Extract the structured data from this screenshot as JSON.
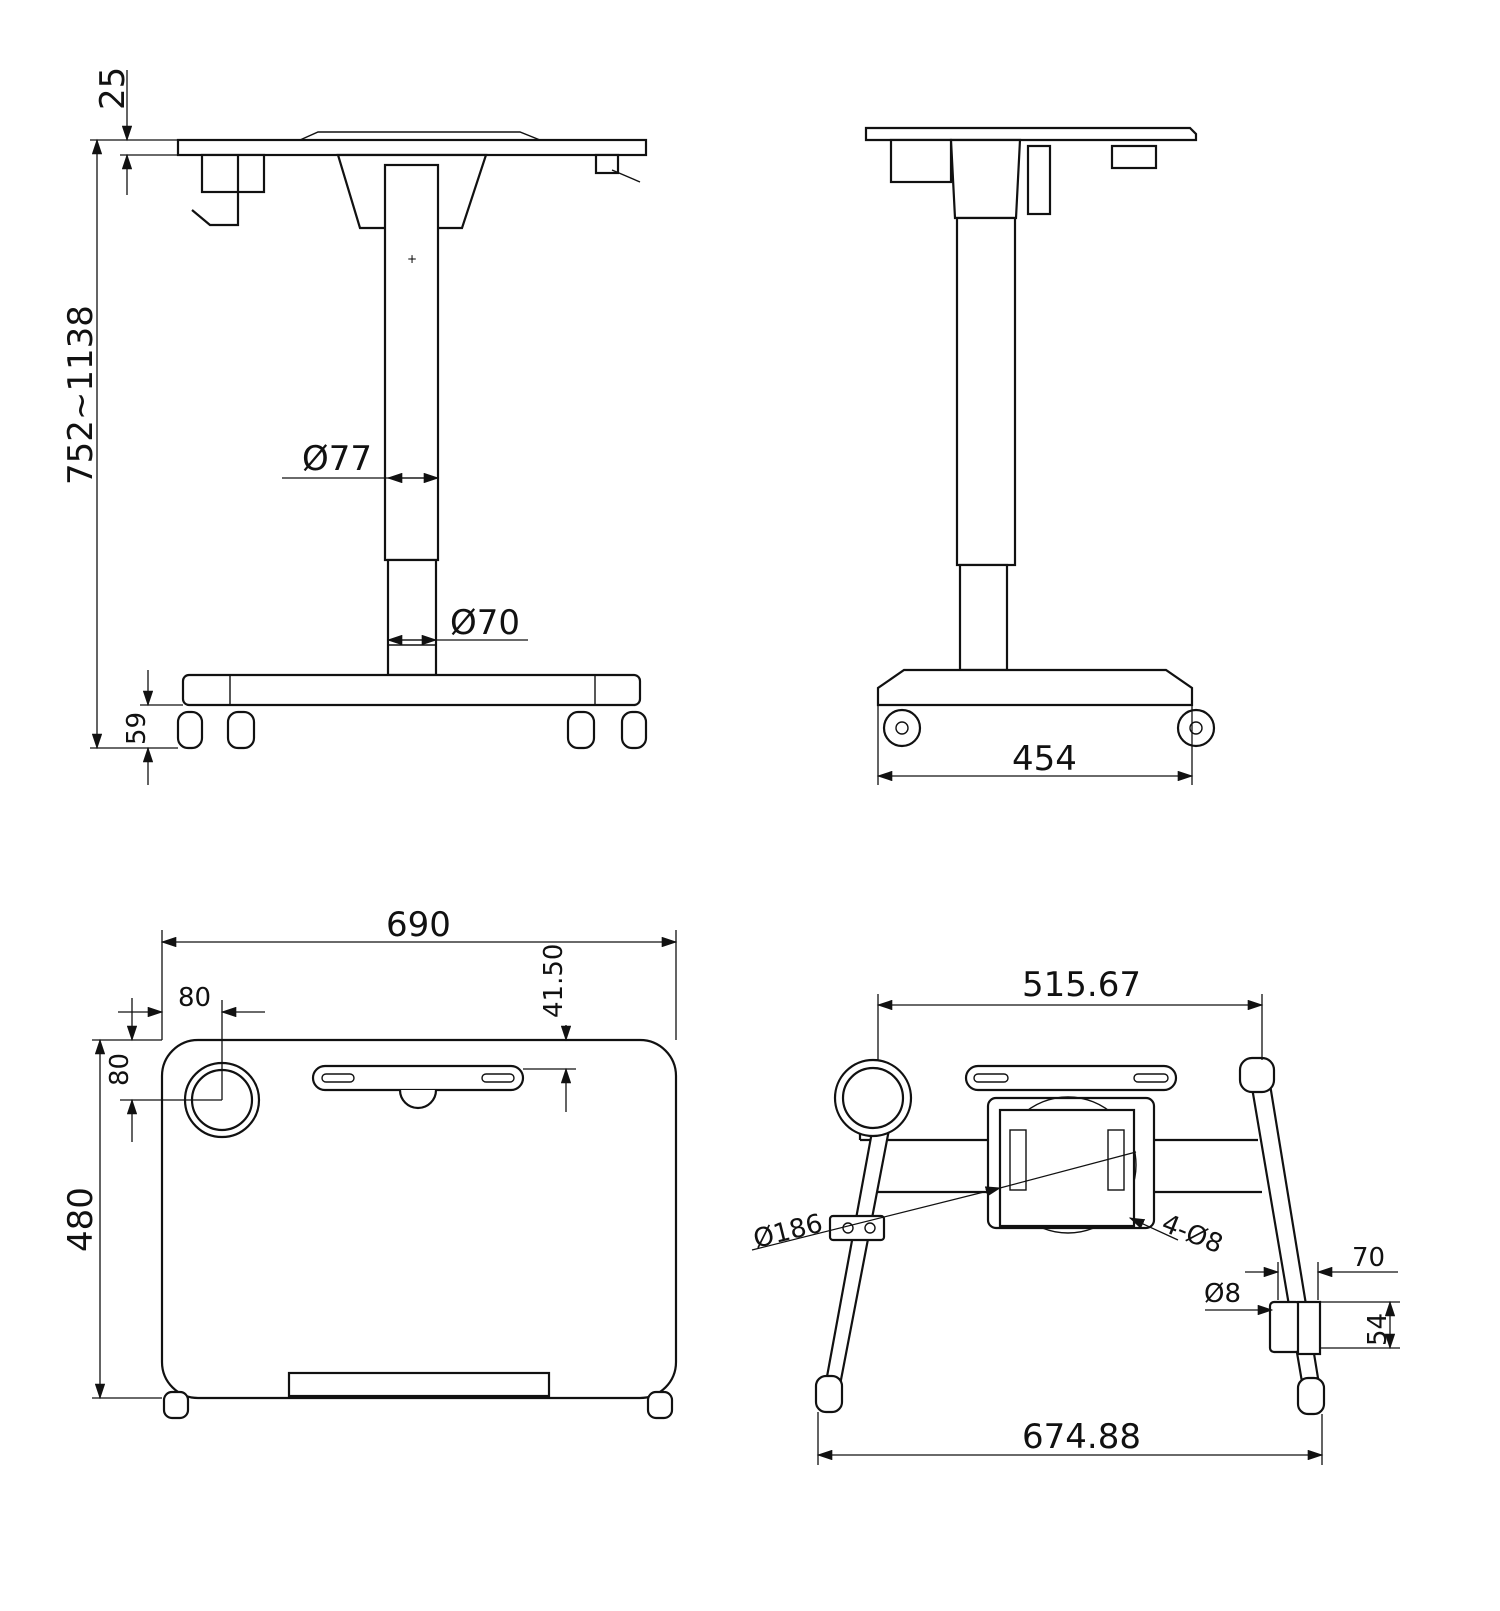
{
  "front_view": {
    "top_thickness": "25",
    "height_range": "752~1138",
    "upper_column_diameter": "Ø77",
    "lower_column_diameter": "Ø70",
    "base_height": "59"
  },
  "side_view": {
    "base_width": "454"
  },
  "top_view": {
    "desk_width": "690",
    "cup_holder_offset_x": "80",
    "cup_holder_offset_y": "80",
    "handle_offset": "41.50",
    "desk_depth": "480"
  },
  "bottom_view": {
    "leg_span_top": "515.67",
    "turntable_diameter": "Ø186",
    "mount_holes": "4-Ø8",
    "caster_plate_width": "70",
    "caster_hole": "Ø8",
    "caster_plate_height": "54",
    "leg_span_bottom": "674.88"
  }
}
